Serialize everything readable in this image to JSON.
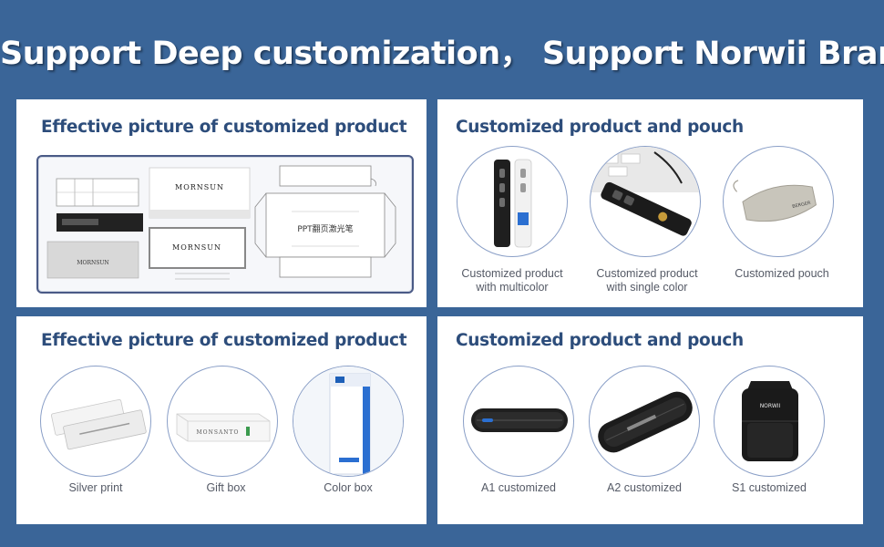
{
  "headline": "Support Deep customization， Support Norwii Brand",
  "panels": {
    "top_left": {
      "title": "Effective picture of customized product",
      "drawing_text": {
        "brand": "MORNSUN",
        "brand2": "MORNSUN",
        "brand3": "MORNSUN",
        "ppt": "PPT翻页激光笔"
      }
    },
    "top_right": {
      "title": "Customized product and pouch",
      "items": [
        {
          "caption_line1": "Customized product",
          "caption_line2": "with multicolor"
        },
        {
          "caption_line1": "Customized product",
          "caption_line2": "with single color"
        },
        {
          "caption_line1": "Customized pouch",
          "caption_line2": ""
        }
      ]
    },
    "bottom_left": {
      "title": "Effective picture of customized product",
      "items": [
        {
          "caption": "Silver print"
        },
        {
          "caption": "Gift box",
          "box_text": "MONSANTO"
        },
        {
          "caption": "Color box"
        }
      ]
    },
    "bottom_right": {
      "title": "Customized product and pouch",
      "items": [
        {
          "caption": "A1 customized"
        },
        {
          "caption": "A2 customized"
        },
        {
          "caption": "S1 customized",
          "logo_text": "NORWII"
        }
      ]
    }
  },
  "colors": {
    "background": "#3a6598",
    "title_blue": "#2d4d7b",
    "circle_border": "#8a9fc7"
  }
}
